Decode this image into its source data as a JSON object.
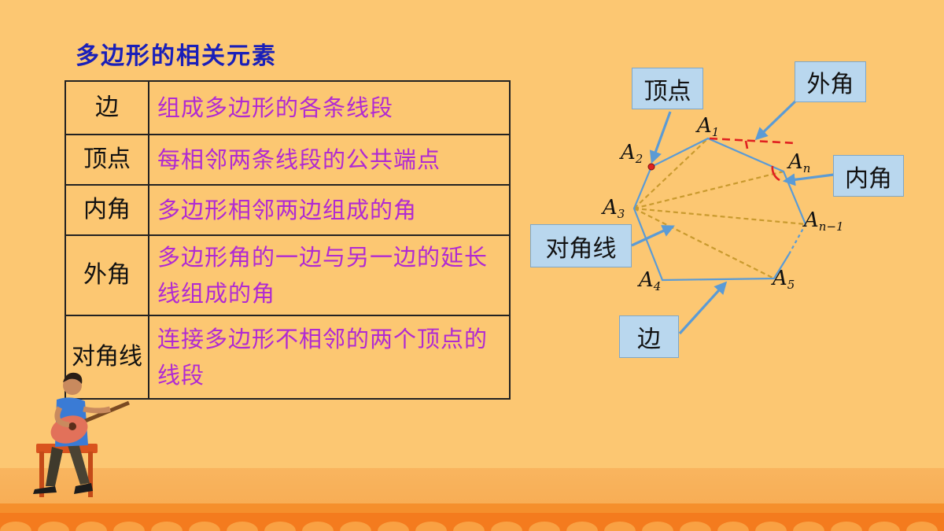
{
  "title": "多边形的相关元素",
  "table": {
    "rows": [
      {
        "term": "边",
        "desc": "组成多边形的各条线段"
      },
      {
        "term": "顶点",
        "desc": "每相邻两条线段的公共端点"
      },
      {
        "term": "内角",
        "desc": "多边形相邻两边组成的角"
      },
      {
        "term": "外角",
        "desc": "多边形角的一边与另一边的延长线组成的角"
      },
      {
        "term": "对角线",
        "desc": "连接多边形不相邻的两个顶点的线段"
      }
    ]
  },
  "diagram": {
    "callouts": {
      "vertex": "顶点",
      "exterior_angle": "外角",
      "interior_angle": "内角",
      "diagonal": "对角线",
      "side": "边"
    },
    "vertex_labels": {
      "a1": {
        "base": "A",
        "sub": "1"
      },
      "a2": {
        "base": "A",
        "sub": "2"
      },
      "a3": {
        "base": "A",
        "sub": "3"
      },
      "a4": {
        "base": "A",
        "sub": "4"
      },
      "a5": {
        "base": "A",
        "sub": "5"
      },
      "an": {
        "base": "A",
        "sub": "n"
      },
      "an1": {
        "base": "A",
        "sub": "n−1"
      }
    },
    "colors": {
      "polygon": "#5b9bd5",
      "diagonal": "#c99a2e",
      "extension": "#e02020",
      "arrow": "#5b9bd5",
      "callout_bg": "#b9d7ee"
    }
  }
}
